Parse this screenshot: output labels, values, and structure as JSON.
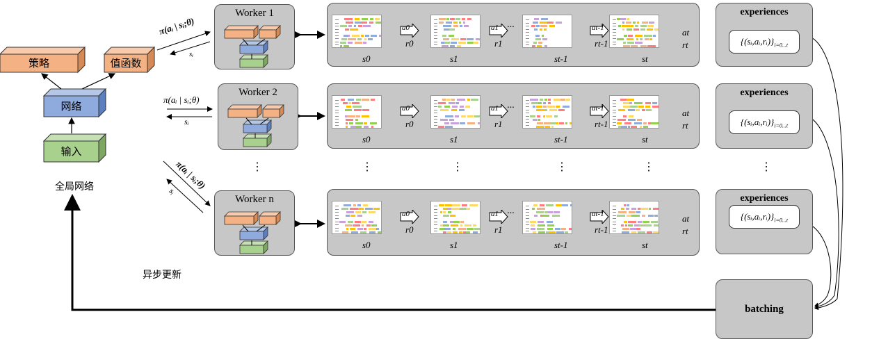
{
  "global_network": {
    "policy_label": "策略",
    "value_label": "值函数",
    "network_label": "网络",
    "input_label": "输入",
    "caption": "全局网络"
  },
  "async_update_label": "异步更新",
  "policy_arrow_label": "π(aᵢ | sᵢ;θ)",
  "state_arrow_label": "sᵢ",
  "workers": [
    {
      "title": "Worker 1"
    },
    {
      "title": "Worker 2"
    },
    {
      "title": "Worker n"
    }
  ],
  "trajectory": {
    "states": [
      "s0",
      "s1",
      "st-1",
      "st"
    ],
    "actions": [
      "a0",
      "a1",
      "at-1"
    ],
    "rewards": [
      "r0",
      "r1",
      "rt-1"
    ],
    "final_action": "at",
    "final_reward": "rt"
  },
  "experiences": {
    "title": "experiences",
    "formula": "{(sᵢ,aᵢ,rᵢ)}",
    "formula_sub": "i=0...t"
  },
  "batching_label": "batching",
  "ellipsis": "⋮",
  "hdots": "···",
  "colors": {
    "panel": "#c7c7c7",
    "orange": "#f4b183",
    "blue": "#8faadc",
    "green": "#a9d18e"
  }
}
